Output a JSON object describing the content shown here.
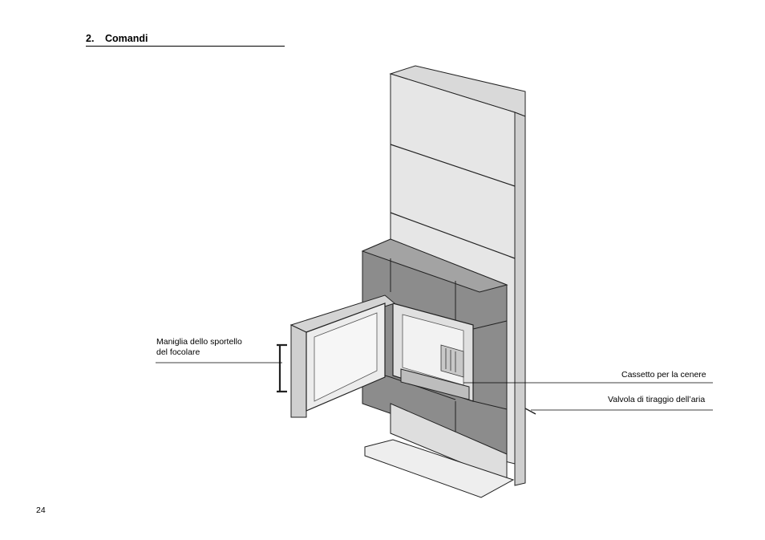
{
  "section": {
    "number": "2.",
    "title": "Comandi"
  },
  "callouts": {
    "door_handle": {
      "line1": "Maniglia dello sportello",
      "line2": "del focolare"
    },
    "ash_drawer": "Cassetto per la cenere",
    "air_valve": "Valvola di tiraggio dell’aria"
  },
  "page_number": "24",
  "illustration": {
    "icon": "stove-illustration",
    "colors": {
      "stone": "#e6e6e6",
      "tile": "#8c8c8c",
      "tile_dark": "#6f6f6f",
      "line": "#222222"
    }
  }
}
